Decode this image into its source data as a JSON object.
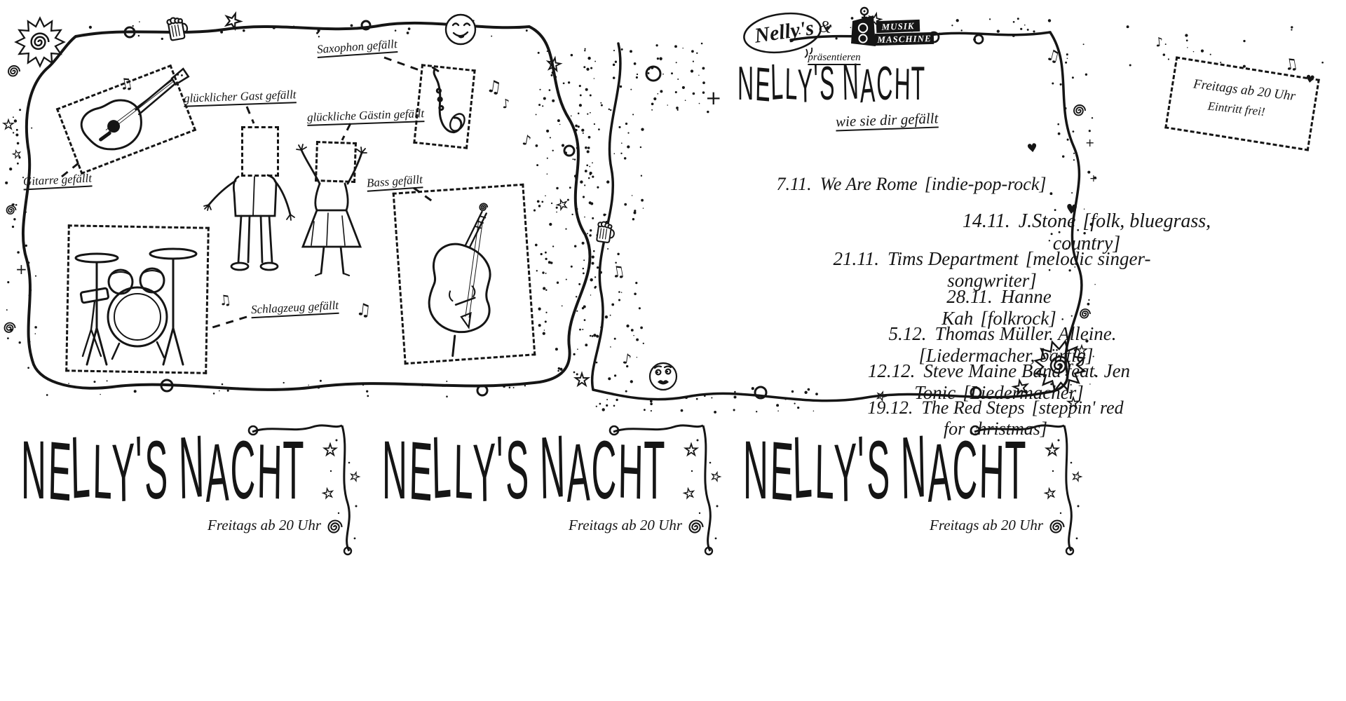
{
  "poster": {
    "ink": "#151515",
    "paper": "#ffffff"
  },
  "left_scene": {
    "labels": {
      "saxophone": "Saxophon gefällt",
      "happy_guest_m": "glücklicher Gast gefällt",
      "happy_guest_f": "glückliche Gästin gefällt",
      "guitar": "Gitarre gefällt",
      "bass": "Bass gefällt",
      "drums": "Schlagzeug gefällt"
    }
  },
  "header": {
    "nellys_logo": "Nelly's",
    "ampersand": "&",
    "musik": "MUSIK",
    "maschine": "MASCHINE",
    "presents": "präsentieren",
    "title": "NELLY'S NACHT",
    "subtitle": "wie sie dir gefällt"
  },
  "info_box": {
    "line1": "Freitags ab 20 Uhr",
    "line2": "Eintritt frei!"
  },
  "events": [
    {
      "date": "7.11.",
      "band": "We Are Rome",
      "genre": "[indie-pop-rock]"
    },
    {
      "date": "14.11.",
      "band": "J.Stone",
      "genre": "[folk, bluegrass, country]"
    },
    {
      "date": "21.11.",
      "band": "Tims Department",
      "genre": "[melodic singer-songwriter]"
    },
    {
      "date": "28.11.",
      "band": "Hanne Kah",
      "genre": "[folkrock]"
    },
    {
      "date": "5.12.",
      "band": "Thomas Müller. Alleine.",
      "genre": "[Liedermacher, bärtig]"
    },
    {
      "date": "12.12.",
      "band": "Steve Maine Band feat. Jen Tonic",
      "genre": "[Liedermacher]"
    },
    {
      "date": "19.12.",
      "band": "The Red Steps",
      "genre": "[steppin' red for christmas]"
    }
  ],
  "footer_logos": [
    {
      "title": "NELLY'S NACHT",
      "tagline": "Freitags ab 20 Uhr"
    },
    {
      "title": "NELLY'S NACHT",
      "tagline": "Freitags ab 20 Uhr"
    },
    {
      "title": "NELLY'S NACHT",
      "tagline": "Freitags ab 20 Uhr"
    }
  ],
  "icons": {
    "music_note_beamed": "♫",
    "music_note": "♪",
    "heart": "♥",
    "plus": "+"
  }
}
